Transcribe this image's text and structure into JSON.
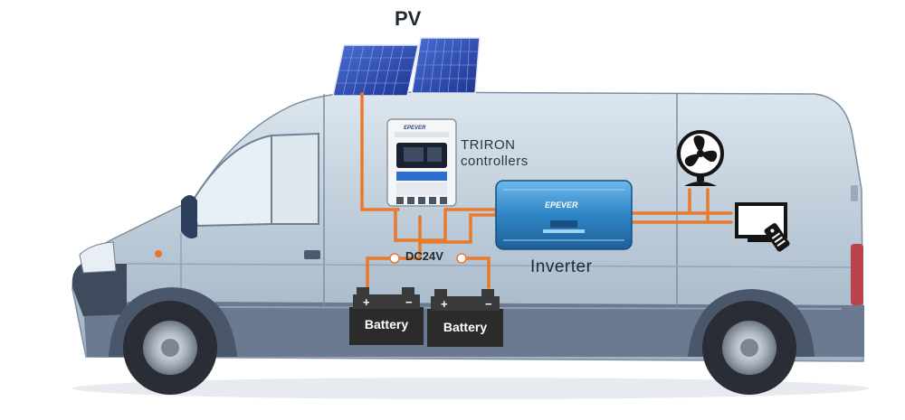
{
  "labels": {
    "pv": "PV",
    "triron_line1": "TRIRON",
    "triron_line2": "controllers",
    "dc_voltage": "DC24V",
    "inverter": "Inverter",
    "battery_1": "Battery",
    "battery_2": "Battery",
    "inverter_brand": "EPEVER",
    "controller_brand": "EPEVER"
  },
  "colors": {
    "wire": "#e87a2e",
    "van_body": "#b8c8d6",
    "van_dark": "#5c6b80",
    "battery": "#2a2a2a",
    "inverter": "#3a8fc8",
    "solar_panel": "#2f4fb0"
  },
  "icons": [
    "solar-panel-icon",
    "charge-controller-icon",
    "inverter-icon",
    "fan-icon",
    "tv-icon",
    "remote-control-icon",
    "battery-icon",
    "fuse-icon"
  ]
}
